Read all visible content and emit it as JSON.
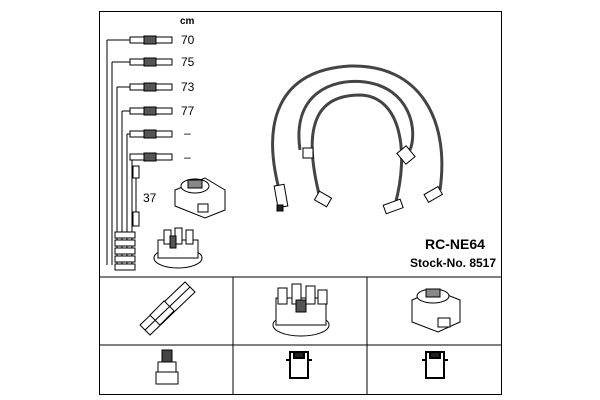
{
  "product": {
    "code": "RC-NE64",
    "stock": "Stock-No. 8517"
  },
  "cable_lengths": {
    "unit": "cm",
    "items": [
      "70",
      "75",
      "73",
      "77",
      "–",
      "–"
    ],
    "coil_lead": "37"
  },
  "accessories": {
    "top_row": [
      "spark-plug-icon",
      "distributor-cap-icon",
      "ignition-coil-icon"
    ],
    "bottom_row": [
      "plug-connector-icon",
      "cap-terminal-icon",
      "coil-terminal-icon"
    ]
  }
}
